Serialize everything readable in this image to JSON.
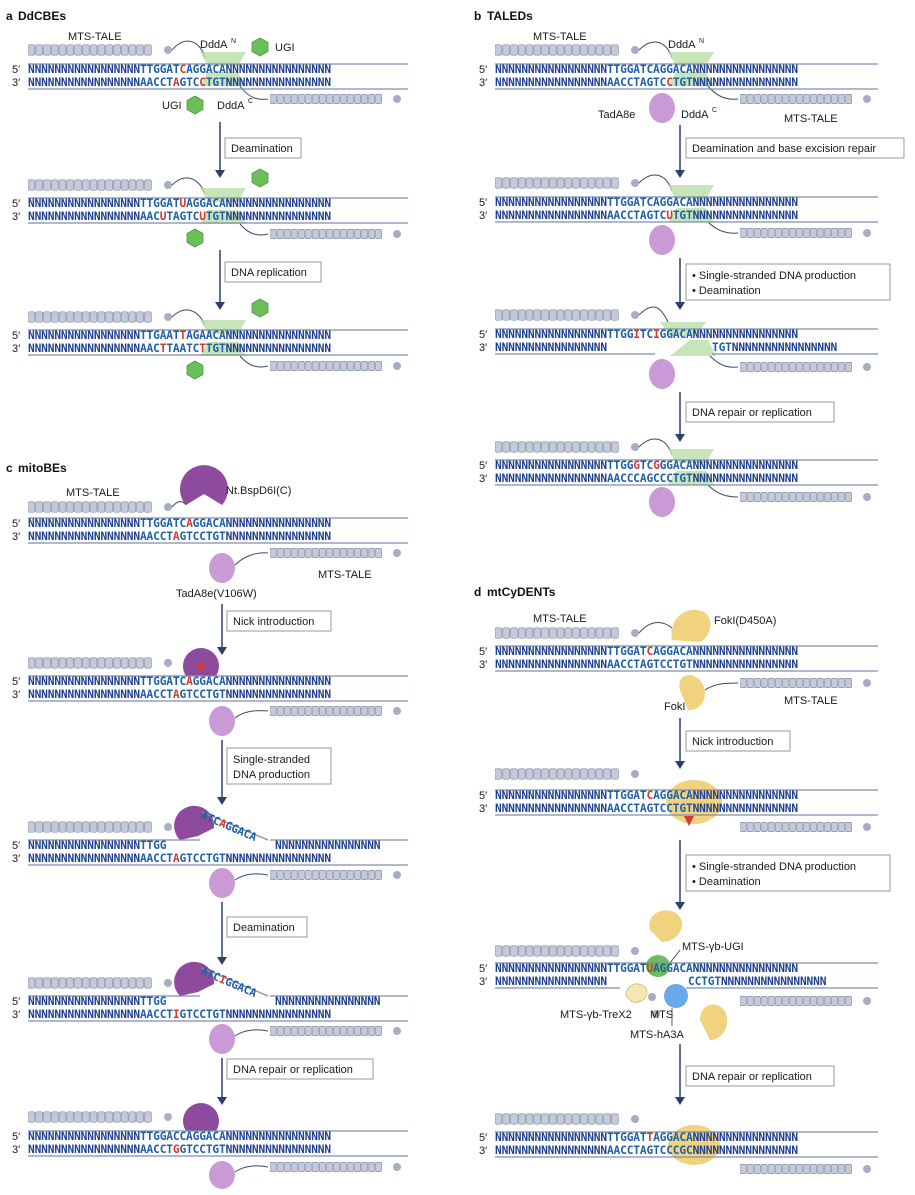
{
  "panels": {
    "a": {
      "letter": "a",
      "title": "DdCBEs",
      "labels": {
        "tale_top": "MTS-TALE",
        "ddda_n": "DddA",
        "ddda_n_sup": "N",
        "ugi_top": "UGI",
        "ugi_bottom": "UGI",
        "ddda_c": "DddA",
        "ddda_c_sup": "C",
        "tale_bottom": "MTS-TALE"
      },
      "steps": [
        "Deamination",
        "DNA replication"
      ],
      "rows": [
        {
          "top": [
            "NNNNNNNNNNNNNNNNN",
            "TTGGAT",
            "C",
            "AGGACA",
            "NNNNNNNNNNNNNNNN"
          ],
          "bot": [
            "NNNNNNNNNNNNNNNNN",
            "AACCT",
            "A",
            "GTC",
            "C",
            "TGT",
            "NNNNNNNNNNNNNNNN"
          ]
        },
        {
          "top": [
            "NNNNNNNNNNNNNNNNN",
            "TTGGAT",
            "U",
            "AGGACA",
            "NNNNNNNNNNNNNNNN"
          ],
          "bot": [
            "NNNNNNNNNNNNNNNNN",
            "AAC",
            "U",
            "TAGTC",
            "U",
            "TGT",
            "NNNNNNNNNNNNNNNN"
          ]
        },
        {
          "top": [
            "NNNNNNNNNNNNNNNNN",
            "TTGAAT",
            "T",
            "AGAACA",
            "NNNNNNNNNNNNNNNN"
          ],
          "bot": [
            "NNNNNNNNNNNNNNNNN",
            "AAC",
            "T",
            "TAATC",
            "T",
            "TGT",
            "NNNNNNNNNNNNNNNN"
          ]
        }
      ]
    },
    "b": {
      "letter": "b",
      "title": "TALEDs",
      "labels": {
        "tale_top": "MTS-TALE",
        "ddda_n": "DddA",
        "ddda_n_sup": "N",
        "tada": "TadA8e",
        "ddda_c": "DddA",
        "ddda_c_sup": "C",
        "tale_bottom": "MTS-TALE"
      },
      "steps": [
        "Deamination and base excision repair",
        "• Single-stranded DNA production",
        "• Deamination",
        "DNA repair or replication"
      ],
      "rows": [
        {
          "top": [
            "NNNNNNNNNNNNNNNNN",
            "TTGGATCAGGACA",
            "NNNNNNNNNNNNNNNN"
          ],
          "bot": [
            "NNNNNNNNNNNNNNNNN",
            "AACCTAGTC",
            "C",
            "TGT",
            "NNNNNNNNNNNNNNNN"
          ]
        },
        {
          "top": [
            "NNNNNNNNNNNNNNNNN",
            "TTGGATCAGGACA",
            "NNNNNNNNNNNNNNNN"
          ],
          "bot": [
            "NNNNNNNNNNNNNNNNN",
            "AACCTAGTC",
            "U",
            "TGT",
            "NNNNNNNNNNNNNNNN"
          ]
        },
        {
          "top": [
            "NNNNNNNNNNNNNNNNN",
            "TTGG",
            "I",
            "TC",
            "I",
            "GGACA",
            "NNNNNNNNNNNNNNNN"
          ],
          "bot": [
            "NNNNNNNNNNNNNNNNN",
            "TGT",
            "NNNNNNNNNNNNNNNN"
          ]
        },
        {
          "top": [
            "NNNNNNNNNNNNNNNNN",
            "TTGG",
            "G",
            "TC",
            "G",
            "GGACA",
            "NNNNNNNNNNNNNNNN"
          ],
          "bot": [
            "NNNNNNNNNNNNNNNNN",
            "AACCCAGCCCTGT",
            "NNNNNNNNNNNNNNNN"
          ]
        }
      ]
    },
    "c": {
      "letter": "c",
      "title": "mitoBEs",
      "labels": {
        "tale_top": "MTS-TALE",
        "nickase": "Nt.BspD6I(C)",
        "tale_bottom": "MTS-TALE",
        "tada": "TadA8e(V106W)"
      },
      "steps": [
        "Nick introduction",
        "Single-stranded",
        "DNA production",
        "Deamination",
        "DNA repair or replication"
      ],
      "rows": [
        {
          "top": [
            "NNNNNNNNNNNNNNNNN",
            "TTGGATC",
            "A",
            "GGACA",
            "NNNNNNNNNNNNNNNN"
          ],
          "bot": [
            "NNNNNNNNNNNNNNNNN",
            "AACCT",
            "A",
            "GTCCTGT",
            "NNNNNNNNNNNNNNNN"
          ]
        },
        {
          "top": [
            "NNNNNNNNNNNNNNNNN",
            "TTGGATC",
            "A",
            "GGACA",
            "NNNNNNNNNNNNNNNN"
          ],
          "bot": [
            "NNNNNNNNNNNNNNNNN",
            "AACCT",
            "A",
            "GTCCTGT",
            "NNNNNNNNNNNNNNNN"
          ]
        },
        {
          "top": [
            "NNNNNNNNNNNNNNNNN",
            "TTGG",
            "NNNNNNNNNNNNNNNN"
          ],
          "flap": [
            "ATC",
            "A",
            "GGACA"
          ],
          "bot": [
            "NNNNNNNNNNNNNNNNN",
            "AACCT",
            "A",
            "GTCCTGT",
            "NNNNNNNNNNNNNNNN"
          ]
        },
        {
          "top": [
            "NNNNNNNNNNNNNNNNN",
            "TTGG",
            "NNNNNNNNNNNNNNNN"
          ],
          "flap": [
            "ATC",
            "I",
            "GGACA"
          ],
          "bot": [
            "NNNNNNNNNNNNNNNNN",
            "AACCT",
            "I",
            "GTCCTGT",
            "NNNNNNNNNNNNNNNN"
          ]
        },
        {
          "top": [
            "NNNNNNNNNNNNNNNNN",
            "TTGGACCAGGACA",
            "NNNNNNNNNNNNNNNN"
          ],
          "bot": [
            "NNNNNNNNNNNNNNNNN",
            "AACCT",
            "G",
            "GTCCTGT",
            "NNNNNNNNNNNNNNNN"
          ]
        }
      ]
    },
    "d": {
      "letter": "d",
      "title": "mtCyDENTs",
      "labels": {
        "tale_top": "MTS-TALE",
        "foki_dead": "FokI(D450A)",
        "foki": "FokI",
        "tale_bottom": "MTS-TALE",
        "ugi": "MTS-γb-UGI",
        "trex": "MTS-γb-TreX2",
        "mts": "MTS",
        "ha3a": "MTS-hA3A"
      },
      "steps": [
        "Nick introduction",
        "• Single-stranded DNA production",
        "• Deamination",
        "DNA repair or replication"
      ],
      "rows": [
        {
          "top": [
            "NNNNNNNNNNNNNNNNN",
            "TTGGAT",
            "C",
            "AGGACA",
            "NNNNNNNNNNNNNNNN"
          ],
          "bot": [
            "NNNNNNNNNNNNNNNNN",
            "AACCTAGTCCTGT",
            "NNNNNNNNNNNNNNNN"
          ]
        },
        {
          "top": [
            "NNNNNNNNNNNNNNNNN",
            "TTGGAT",
            "C",
            "AGGACA",
            "NNNNNNNNNNNNNNNN"
          ],
          "bot": [
            "NNNNNNNNNNNNNNNNN",
            "AACCTAGTCCTGT",
            "NNNNNNNNNNNNNNNN"
          ]
        },
        {
          "top": [
            "NNNNNNNNNNNNNNNNN",
            "TTGGAT",
            "U",
            "AGGACA",
            "NNNNNNNNNNNNNNNN"
          ],
          "bot": [
            "NNNNNNNNNNNNNNNNN",
            "CCTGT",
            "NNNNNNNNNNNNNNNN"
          ]
        },
        {
          "top": [
            "NNNNNNNNNNNNNNNNN",
            "TTGGAT",
            "T",
            "AGGACA",
            "NNNNNNNNNNNNNNNN"
          ],
          "bot": [
            "NNNNNNNNNNNNNNNNN",
            "AACCTAGTCCCGC",
            "NNNNNNNNNNNNNNNN"
          ]
        }
      ]
    },
    "strand_labels": {
      "five": "5′",
      "three": "3′"
    }
  },
  "colors": {
    "dna": "#1f3f8f",
    "edit": "#d63a2e",
    "tale": "#c4cad9",
    "ugi": "#6bbf59",
    "ddda": "#b9dfa6",
    "tada": "#c99ad6",
    "nickase": "#8e4b9e",
    "fok": "#f1d27e",
    "ha3a": "#6aa9e8",
    "trex": "#f4e7b3"
  }
}
